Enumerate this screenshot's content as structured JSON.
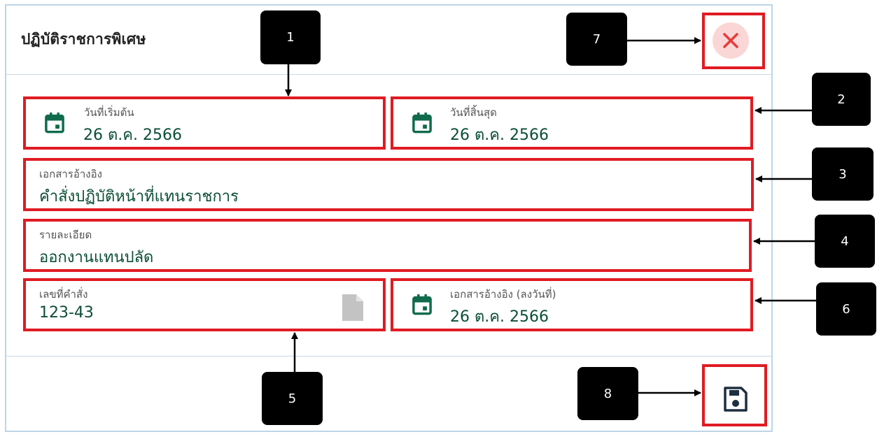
{
  "dialog": {
    "title": "ปฏิบัติราชการพิเศษ",
    "close_icon": "close-icon",
    "save_icon": "save-icon"
  },
  "fields": {
    "start_date": {
      "label": "วันที่เริ่มต้น",
      "value": "26 ต.ค. 2566",
      "icon": "calendar-icon"
    },
    "end_date": {
      "label": "วันที่สิ้นสุด",
      "value": "26 ต.ค. 2566",
      "icon": "calendar-icon"
    },
    "reference_doc": {
      "label": "เอกสารอ้างอิง",
      "value": "คำสั่งปฏิบัติหน้าที่แทนราชการ"
    },
    "details": {
      "label": "รายละเอียด",
      "value": "ออกงานแทนปลัด"
    },
    "order_number": {
      "label": "เลขที่คำสั่ง",
      "value": "123-43",
      "icon": "file-icon"
    },
    "reference_date": {
      "label": "เอกสารอ้างอิง (ลงวันที่)",
      "value": "26 ต.ค. 2566",
      "icon": "calendar-icon"
    }
  },
  "annotations": [
    "1",
    "2",
    "3",
    "4",
    "5",
    "6",
    "7",
    "8"
  ],
  "colors": {
    "accent_green": "#0b4f34",
    "icon_green": "#0f6b4b",
    "highlight_red": "#e01b22",
    "close_bg": "#fad7d6",
    "close_x": "#e63b3b"
  }
}
